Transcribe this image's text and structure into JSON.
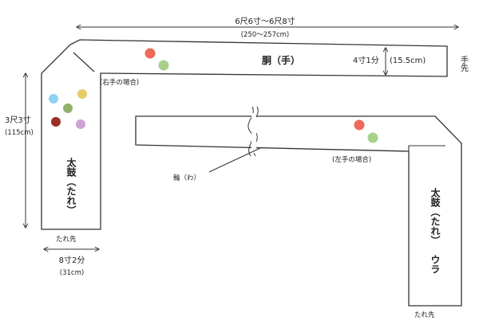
{
  "diagram": {
    "top_length": {
      "label": "6尺6寸～6尺8寸",
      "metric": "(250～257cm)"
    },
    "width": {
      "label": "4寸1分",
      "metric": "(15.5cm)"
    },
    "left_length": {
      "label": "3尺3寸",
      "metric": "(115cm)"
    },
    "bottom_width": {
      "label": "8寸2分",
      "metric": "(31cm)"
    },
    "labels": {
      "body": "胴（手）",
      "tesaki": "手先",
      "right_case": "(右手の場合)",
      "left_case": "(左手の場合)",
      "wa": "輪（わ）",
      "taiko_left": "太鼓（たれ）",
      "taiko_right": "太鼓（たれ）",
      "ura": "ウラ",
      "tare_saki_left": "たれ先",
      "tare_saki_right": "たれ先"
    },
    "colors": {
      "outline": "#333333",
      "red": "#ee6a5a",
      "green": "#a8d08d",
      "yellow": "#e6cb6a",
      "sky": "#8fd3f2",
      "olive": "#8fb36a",
      "darkred": "#9a2f2a",
      "lavender": "#cfa2d8"
    }
  }
}
